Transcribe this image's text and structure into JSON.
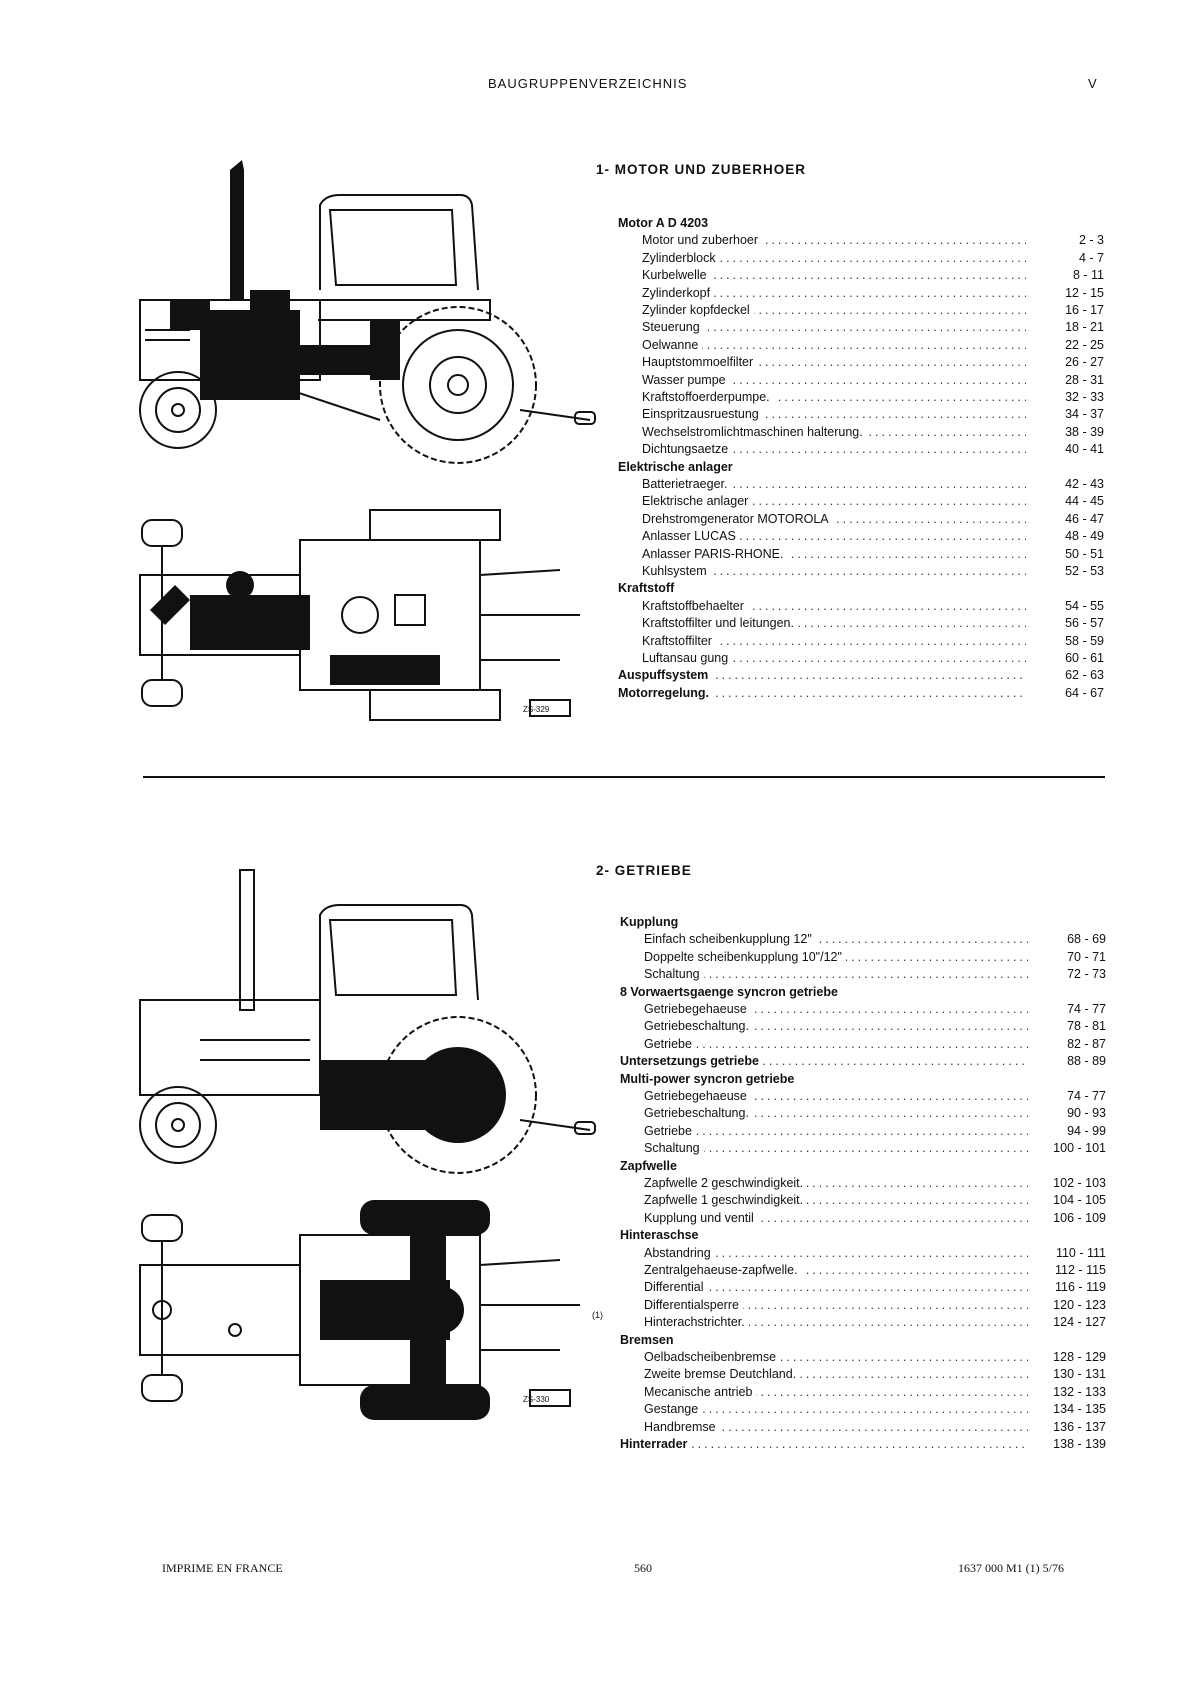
{
  "header": {
    "title": "BAUGRUPPENVERZEICHNIS",
    "page_roman": "V"
  },
  "sections": [
    {
      "title": "1- MOTOR UND ZUBERHOER",
      "figure_code_side": "",
      "figure_code": "ZS-329",
      "rows": [
        {
          "type": "group",
          "label": "Motor A D 4203",
          "pages": ""
        },
        {
          "type": "item",
          "label": "Motor und zuberhoer",
          "pages": "2 - 3"
        },
        {
          "type": "item",
          "label": "Zylinderblock",
          "pages": "4 - 7"
        },
        {
          "type": "item",
          "label": "Kurbelwelle",
          "pages": "8 - 11"
        },
        {
          "type": "item",
          "label": "Zylinderkopf",
          "pages": "12 - 15"
        },
        {
          "type": "item",
          "label": "Zylinder kopfdeckel",
          "pages": "16 - 17"
        },
        {
          "type": "item",
          "label": "Steuerung",
          "pages": "18 - 21"
        },
        {
          "type": "item",
          "label": "Oelwanne",
          "pages": "22 - 25"
        },
        {
          "type": "item",
          "label": "Hauptstommoelfilter",
          "pages": "26 - 27"
        },
        {
          "type": "item",
          "label": "Wasser pumpe",
          "pages": "28 - 31"
        },
        {
          "type": "item",
          "label": "Kraftstoffoerderpumpe.",
          "pages": "32 - 33"
        },
        {
          "type": "item",
          "label": "Einspritzausruestung",
          "pages": "34 - 37"
        },
        {
          "type": "item",
          "label": "Wechselstromlichtmaschinen halterung.",
          "pages": "38 - 39"
        },
        {
          "type": "item",
          "label": "Dichtungsaetze",
          "pages": "40 - 41"
        },
        {
          "type": "group",
          "label": "Elektrische anlager",
          "pages": ""
        },
        {
          "type": "item",
          "label": "Batterietraeger.",
          "pages": "42 - 43"
        },
        {
          "type": "item",
          "label": "Elektrische anlager",
          "pages": "44 - 45"
        },
        {
          "type": "item",
          "label": "Drehstromgenerator MOTOROLA",
          "pages": "46 - 47"
        },
        {
          "type": "item",
          "label": "Anlasser LUCAS",
          "pages": "48 - 49"
        },
        {
          "type": "item",
          "label": "Anlasser PARIS-RHONE.",
          "pages": "50 - 51"
        },
        {
          "type": "item",
          "label": "Kuhlsystem",
          "pages": "52 - 53"
        },
        {
          "type": "group",
          "label": "Kraftstoff",
          "pages": ""
        },
        {
          "type": "item",
          "label": "Kraftstoffbehaelter",
          "pages": "54 - 55"
        },
        {
          "type": "item",
          "label": "Kraftstoffilter und leitungen.",
          "pages": "56 - 57"
        },
        {
          "type": "item",
          "label": "Kraftstoffilter",
          "pages": "58 - 59"
        },
        {
          "type": "item",
          "label": "Luftansau gung",
          "pages": "60 - 61"
        },
        {
          "type": "groupdot",
          "label": "Auspuffsystem",
          "pages": "62 - 63"
        },
        {
          "type": "groupdot",
          "label": "Motorregelung.",
          "pages": "64 - 67"
        }
      ]
    },
    {
      "title": "2- GETRIEBE",
      "figure_code_side": "",
      "figure_code": "ZS-330",
      "rows": [
        {
          "type": "group",
          "label": "Kupplung",
          "pages": ""
        },
        {
          "type": "item",
          "label": "Einfach scheibenkupplung 12\"",
          "pages": "68 - 69"
        },
        {
          "type": "item",
          "label": "Doppelte scheibenkupplung 10\"/12\"",
          "pages": "70 - 71"
        },
        {
          "type": "item",
          "label": "Schaltung",
          "pages": "72 - 73"
        },
        {
          "type": "group",
          "label": "8 Vorwaertsgaenge syncron getriebe",
          "pages": ""
        },
        {
          "type": "item",
          "label": "Getriebegehaeuse",
          "pages": "74 - 77"
        },
        {
          "type": "item",
          "label": "Getriebeschaltung.",
          "pages": "78 - 81"
        },
        {
          "type": "item",
          "label": "Getriebe",
          "pages": "82 - 87"
        },
        {
          "type": "groupdot",
          "label": "Untersetzungs getriebe",
          "pages": "88 - 89"
        },
        {
          "type": "group",
          "label": "Multi-power syncron getriebe",
          "pages": ""
        },
        {
          "type": "item",
          "label": "Getriebegehaeuse",
          "pages": "74 - 77"
        },
        {
          "type": "item",
          "label": "Getriebeschaltung.",
          "pages": "90 - 93"
        },
        {
          "type": "item",
          "label": "Getriebe",
          "pages": "94 - 99"
        },
        {
          "type": "item",
          "label": "Schaltung",
          "pages": "100 - 101"
        },
        {
          "type": "group",
          "label": "Zapfwelle",
          "pages": ""
        },
        {
          "type": "item",
          "label": "Zapfwelle 2 geschwindigkeit.",
          "pages": "102 - 103"
        },
        {
          "type": "item",
          "label": "Zapfwelle 1 geschwindigkeit.",
          "pages": "104 - 105"
        },
        {
          "type": "item",
          "label": "Kupplung und ventil",
          "pages": "106 - 109"
        },
        {
          "type": "group",
          "label": "Hinteraschse",
          "pages": ""
        },
        {
          "type": "item",
          "label": "Abstandring",
          "pages": "110 - 111"
        },
        {
          "type": "item",
          "label": "Zentralgehaeuse-zapfwelle.",
          "pages": "112 - 115"
        },
        {
          "type": "item",
          "label": "Differential",
          "pages": "116 - 119"
        },
        {
          "type": "item",
          "label": "Differentialsperre",
          "pages": "120 - 123"
        },
        {
          "type": "item",
          "label": "Hinterachstrichter.",
          "pages": "124 - 127"
        },
        {
          "type": "group",
          "label": "Bremsen",
          "pages": ""
        },
        {
          "type": "item",
          "label": "Oelbadscheibenbremse",
          "pages": "128 - 129"
        },
        {
          "type": "item",
          "label": "Zweite bremse Deutchland.",
          "pages": "130 - 131"
        },
        {
          "type": "item",
          "label": "Mecanische antrieb",
          "pages": "132 - 133"
        },
        {
          "type": "item",
          "label": "Gestange",
          "pages": "134 - 135"
        },
        {
          "type": "item",
          "label": "Handbremse",
          "pages": "136 - 137"
        },
        {
          "type": "groupdot",
          "label": "Hinterrader",
          "pages": "138 - 139"
        }
      ]
    }
  ],
  "margin_mark": "(1)",
  "footer": {
    "left": "IMPRIME EN FRANCE",
    "center": "560",
    "right": "1637 000 M1 (1) 5/76"
  }
}
